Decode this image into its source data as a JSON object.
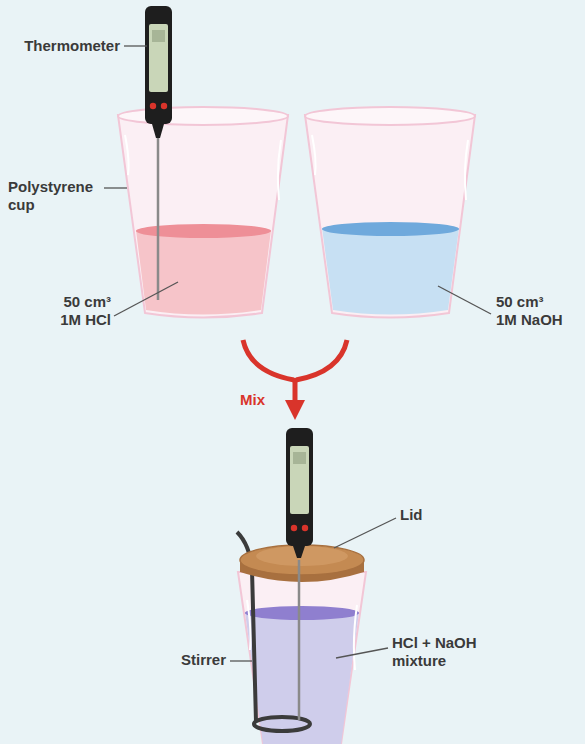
{
  "diagram": {
    "labels": [
      "Thermometer",
      "Polystyrene cup",
      "50 cm³ 1M HCl",
      "50 cm³ 1M NaOH",
      "Mix",
      "Lid",
      "Stirrer",
      "HCl + NaOH mixture"
    ]
  }
}
